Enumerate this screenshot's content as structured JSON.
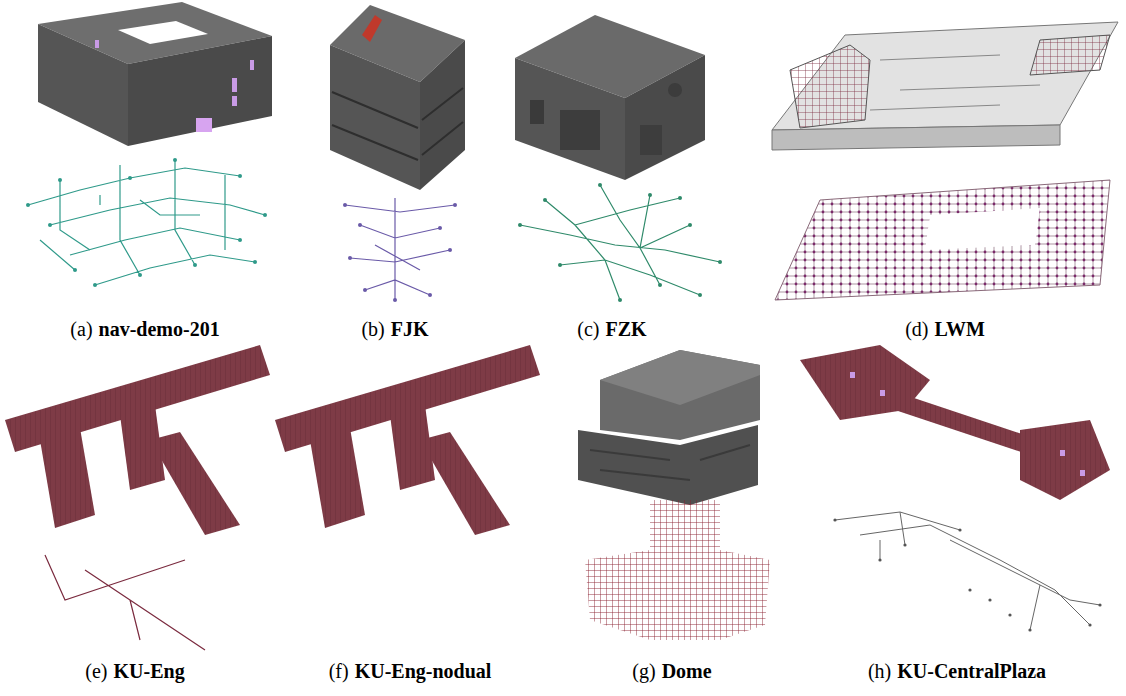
{
  "diagram": {
    "labels": [
      "(a)",
      "nav-demo-201",
      "(b)",
      "FJK",
      "(c)",
      "FZK",
      "(d)",
      "LWM",
      "(e)",
      "KU-Eng",
      "(f)",
      "KU-Eng-nodual",
      "(g)",
      "Dome",
      "(h)",
      "KU-CentralPlaza"
    ]
  }
}
